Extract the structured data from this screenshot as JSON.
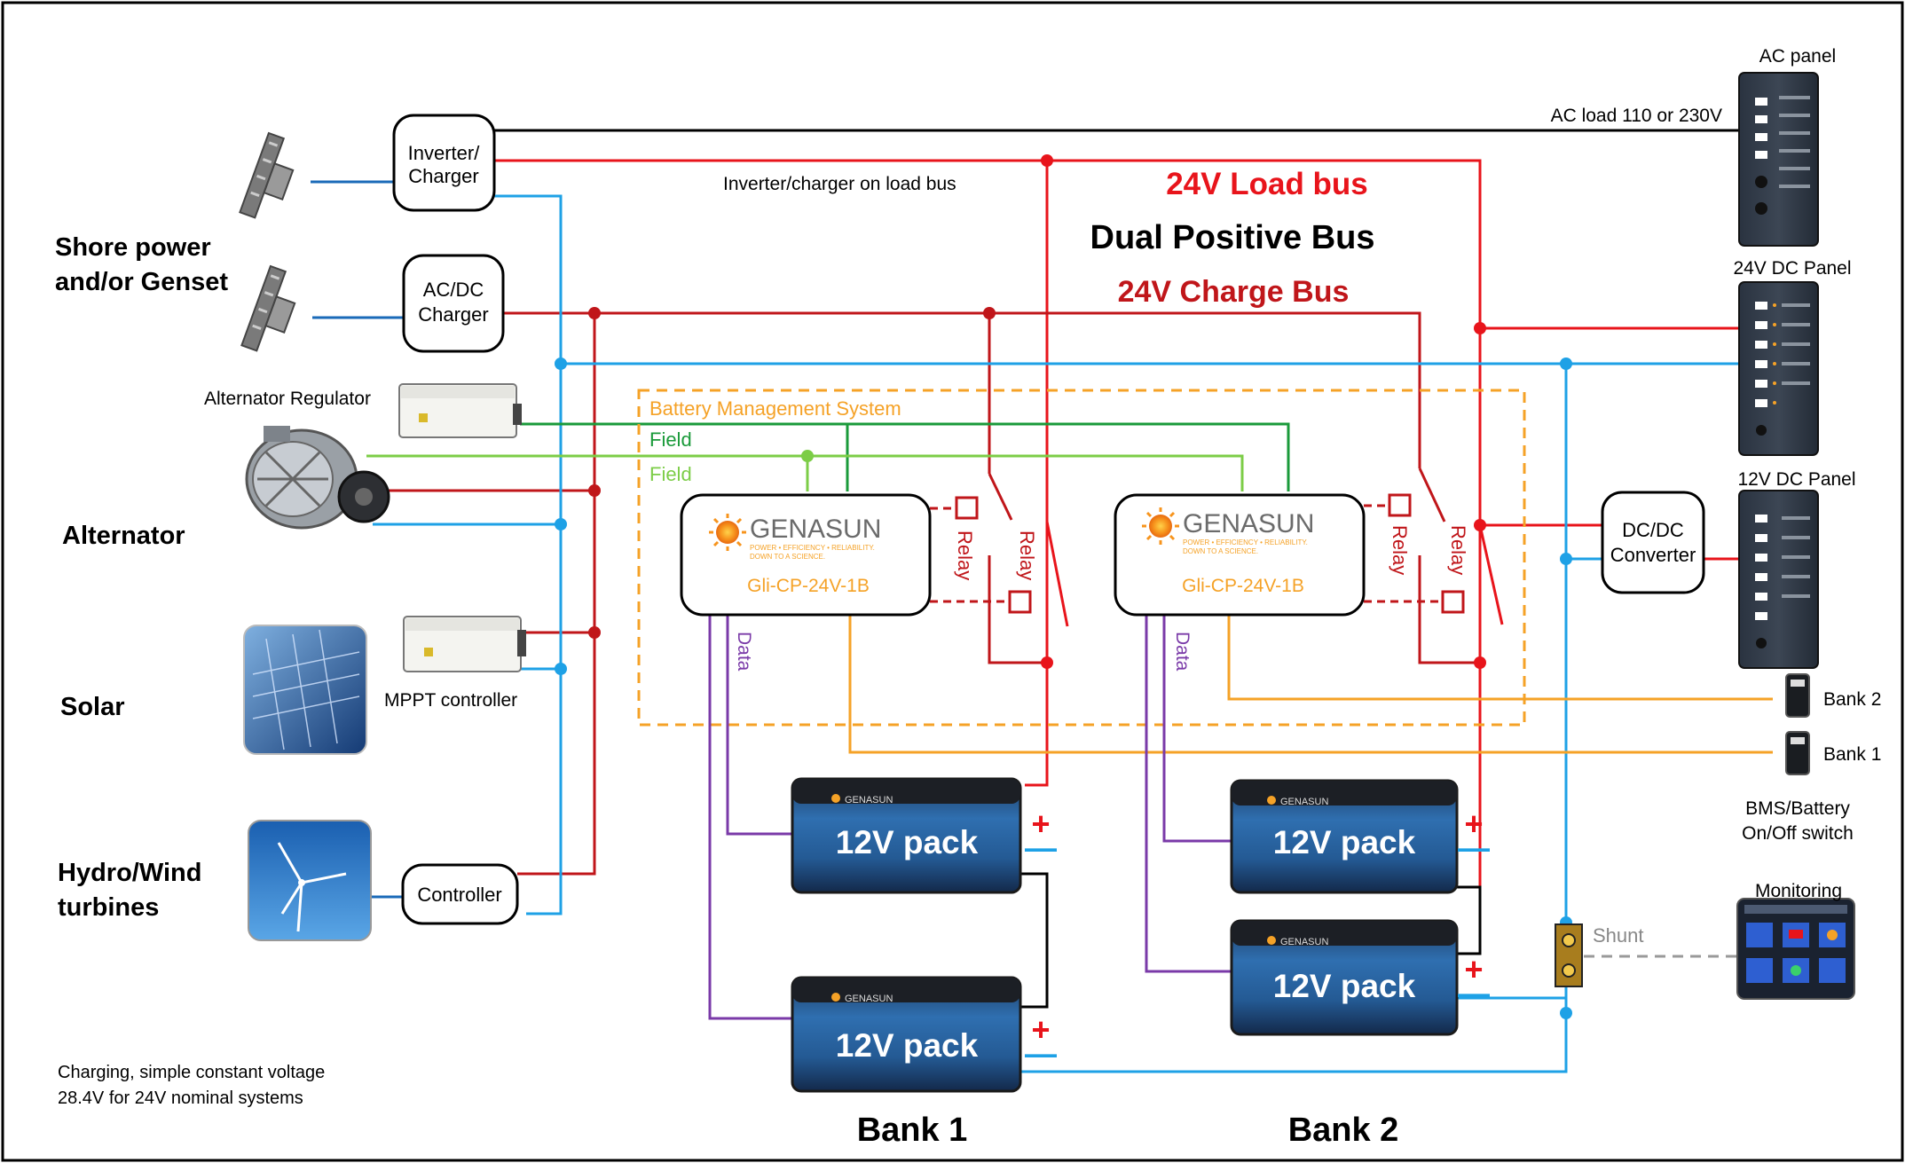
{
  "sources": {
    "shore": "Shore power\nand/or Genset",
    "alternator": "Alternator",
    "solar": "Solar",
    "hydro": "Hydro/Wind\nturbines"
  },
  "devices": {
    "inverter": "Inverter/\nCharger",
    "acdc": "AC/DC\nCharger",
    "alt_reg": "Alternator Regulator",
    "mppt": "MPPT controller",
    "controller": "Controller",
    "dcdc": "DC/DC\nConverter"
  },
  "buses": {
    "title": "Dual Positive Bus",
    "load": "24V Load bus",
    "charge": "24V Charge Bus",
    "inverter_note": "Inverter/charger on load bus",
    "ac_load": "AC load 110 or 230V"
  },
  "bms": {
    "label": "Battery Management System",
    "field": "Field",
    "data": "Data",
    "relay": "Relay"
  },
  "controllers": {
    "brand": "GENASUN",
    "tagline": "POWER • EFFICIENCY • RELIABILITY.\nDOWN TO A SCIENCE.",
    "model": "Gli-CP-24V-1B"
  },
  "packs": {
    "label": "12V pack",
    "plus": "+",
    "minus": "—"
  },
  "banks": {
    "bank1": "Bank 1",
    "bank2": "Bank 2"
  },
  "panels": {
    "ac": "AC panel",
    "dc24": "24V DC Panel",
    "dc12": "12V DC Panel"
  },
  "switches": {
    "bank2": "Bank 2",
    "bank1": "Bank 1",
    "caption": "BMS/Battery\nOn/Off switch"
  },
  "monitoring": {
    "title": "Monitoring",
    "shunt": "Shunt"
  },
  "footer": "Charging, simple constant voltage\n28.4V for 24V nominal systems",
  "colors": {
    "load_bus": "#e8141b",
    "charge_bus": "#c0161a",
    "negative": "#1ea1e6",
    "shore_link": "#1a6ab8",
    "field_dark": "#1a9a3a",
    "field_light": "#7ccd47",
    "bms": "#f5a227",
    "data": "#7a3aa8",
    "black": "#000000"
  }
}
